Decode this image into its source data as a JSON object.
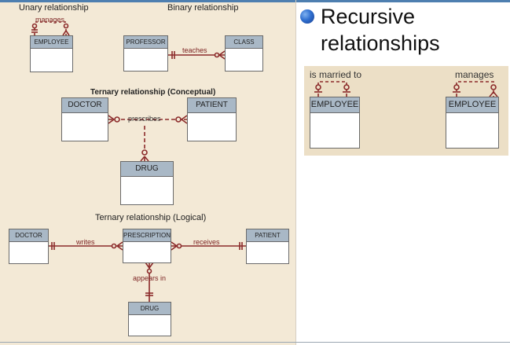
{
  "slide": {
    "heading": [
      "Recursive",
      "relationships"
    ]
  },
  "left": {
    "unary_title": "Unary relationship",
    "binary_title": "Binary relationship",
    "ternary_conceptual_title": "Ternary relationship (Conceptual)",
    "ternary_logical_title": "Ternary relationship (Logical)",
    "unary": {
      "entity": "EMPLOYEE",
      "relationship": "manages"
    },
    "binary": {
      "entity_a": "PROFESSOR",
      "entity_b": "CLASS",
      "relationship": "teaches"
    },
    "conceptual": {
      "doctor": "DOCTOR",
      "patient": "PATIENT",
      "drug": "DRUG",
      "relationship": "prescribes"
    },
    "logical": {
      "doctor": "DOCTOR",
      "prescription": "PRESCRIPTION",
      "patient": "PATIENT",
      "drug": "DRUG",
      "rel_writes": "writes",
      "rel_receives": "receives",
      "rel_appears": "appears in"
    }
  },
  "right": {
    "married": {
      "relationship": "is married to",
      "entity": "EMPLOYEE"
    },
    "manages": {
      "relationship": "manages",
      "entity": "EMPLOYEE"
    }
  },
  "colors": {
    "left_background": "#f3e9d6",
    "inset_background": "#ecdfc6",
    "entity_header": "#a9b8c6",
    "relationship_line": "#8b2a2a",
    "top_strip": "#4e7fb0"
  }
}
